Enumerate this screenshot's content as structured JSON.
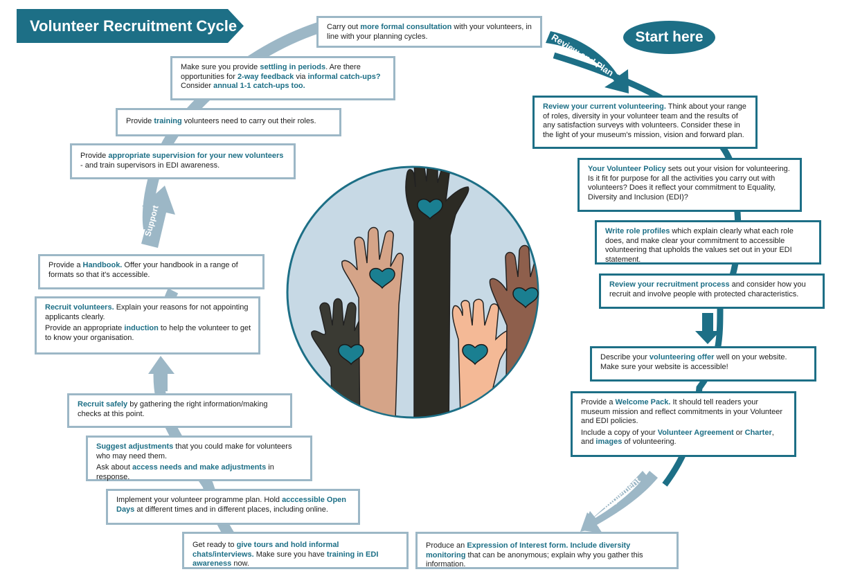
{
  "title": "Volunteer Recruitment Cycle",
  "start_label": "Start here",
  "phases": {
    "review_plan": "Review and Plan",
    "implement": "Implement",
    "support": "Support"
  },
  "steps": {
    "review_current": {
      "p1": [
        {
          "t": "Review your current volunteering.",
          "h": true
        },
        {
          "t": " Think about your range of roles, diversity in your volunteer team and the results of any satisfaction surveys with volunteers. Consider these in the light of your museum's mission, vision and forward plan."
        }
      ]
    },
    "policy": {
      "p1": [
        {
          "t": "Your Volunteer Policy",
          "h": true
        },
        {
          "t": " sets out your vision for volunteering. Is it fit for purpose for all the activities you carry out with volunteers? Does it reflect your commitment to Equality, Diversity and Inclusion (EDI)?"
        }
      ]
    },
    "role_profiles": {
      "p1": [
        {
          "t": "Write role profiles",
          "h": true
        },
        {
          "t": " which explain clearly what each role does, and make clear your commitment to accessible volunteering that upholds the values set out in your EDI statement."
        }
      ]
    },
    "recruitment_process": {
      "p1": [
        {
          "t": "Review your recruitment process",
          "h": true
        },
        {
          "t": " and consider how you recruit and involve people with protected characteristics."
        }
      ]
    },
    "offer": {
      "p1": [
        {
          "t": "Describe your "
        },
        {
          "t": "volunteering offer",
          "h": true
        },
        {
          "t": " well on your website. Make sure your website is accessible!"
        }
      ]
    },
    "welcome_pack": {
      "p1": [
        {
          "t": "Provide a "
        },
        {
          "t": "Welcome Pack.",
          "h": true
        },
        {
          "t": " It should tell readers your museum mission and reflect commitments in your Volunteer and EDI policies."
        }
      ],
      "p2": [
        {
          "t": "Include a copy of your "
        },
        {
          "t": "Volunteer Agreement",
          "h": true
        },
        {
          "t": " or "
        },
        {
          "t": "Charter",
          "h": true
        },
        {
          "t": ", and "
        },
        {
          "t": "images",
          "h": true
        },
        {
          "t": " of volunteering."
        }
      ]
    },
    "expression_of_interest": {
      "p1": [
        {
          "t": "Produce an "
        },
        {
          "t": "Expression of Interest form.",
          "h": true
        },
        {
          "t": " "
        },
        {
          "t": "Include diversity monitoring",
          "h": true
        },
        {
          "t": " that can be anonymous; explain why you gather this information."
        }
      ]
    },
    "tours": {
      "p1": [
        {
          "t": "Get ready to "
        },
        {
          "t": "give tours and hold informal chats/interviews.",
          "h": true
        },
        {
          "t": " Make sure you have "
        },
        {
          "t": "training in EDI awareness",
          "h": true
        },
        {
          "t": " now."
        }
      ]
    },
    "open_days": {
      "p1": [
        {
          "t": "Implement your volunteer programme plan. Hold "
        },
        {
          "t": "acccessible Open Days",
          "h": true
        },
        {
          "t": " at different times and in different places, including online."
        }
      ]
    },
    "adjustments": {
      "p1": [
        {
          "t": "Suggest adjustments",
          "h": true
        },
        {
          "t": " that you could make for volunteers who may need them."
        }
      ],
      "p2": [
        {
          "t": "Ask about "
        },
        {
          "t": "access needs and make adjustments",
          "h": true
        },
        {
          "t": " in response."
        }
      ]
    },
    "recruit_safely": {
      "p1": [
        {
          "t": "Recruit safely",
          "h": true
        },
        {
          "t": " by gathering the right information/making checks at this point."
        }
      ]
    },
    "recruit_volunteers": {
      "p1": [
        {
          "t": "Recruit volunteers.",
          "h": true
        },
        {
          "t": " Explain your reasons for not appointing applicants clearly."
        }
      ],
      "p2": [
        {
          "t": "Provide an appropriate "
        },
        {
          "t": "induction",
          "h": true
        },
        {
          "t": " to help the volunteer to get to know your organisation."
        }
      ]
    },
    "handbook": {
      "p1": [
        {
          "t": "Provide a "
        },
        {
          "t": "Handbook.",
          "h": true
        },
        {
          "t": " Offer your handbook in a range of formats so that it's accessible."
        }
      ]
    },
    "supervision": {
      "p1": [
        {
          "t": "Provide "
        },
        {
          "t": "appropriate supervision for your new volunteers",
          "h": true
        },
        {
          "t": " - and train supervisors in EDI awareness."
        }
      ]
    },
    "training": {
      "p1": [
        {
          "t": "Provide "
        },
        {
          "t": "training",
          "h": true
        },
        {
          "t": " volunteers need to carry out their roles."
        }
      ]
    },
    "settling_in": {
      "p1": [
        {
          "t": "Make sure you provide "
        },
        {
          "t": "settling in periods",
          "h": true
        },
        {
          "t": ". Are there opportunities for "
        },
        {
          "t": "2-way feedback",
          "h": true
        },
        {
          "t": " via "
        },
        {
          "t": "informal catch-ups?",
          "h": true
        },
        {
          "t": " Consider "
        },
        {
          "t": "annual 1-1 catch-ups too.",
          "h": true
        }
      ]
    },
    "formal_consultation": {
      "p1": [
        {
          "t": "Carry out "
        },
        {
          "t": "more formal consultation",
          "h": true
        },
        {
          "t": " with your volunteers, in line with your planning cycles."
        }
      ]
    }
  },
  "colors": {
    "teal": "#1d6f86",
    "grey_blue": "#9cb7c6",
    "circle_fill": "#c7d9e5",
    "heart": "#1a7f91",
    "skin": [
      "#3a3a33",
      "#d5a488",
      "#2c2b24",
      "#f4b996",
      "#8e5f4c"
    ]
  }
}
